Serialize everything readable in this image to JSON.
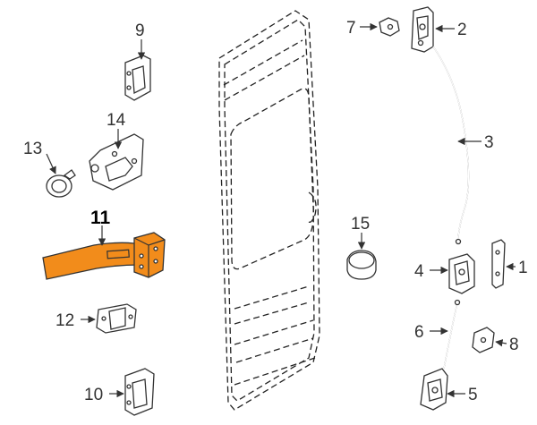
{
  "diagram": {
    "highlight_color": "#f28c1b",
    "callouts": [
      {
        "id": "1",
        "label": "1"
      },
      {
        "id": "2",
        "label": "2"
      },
      {
        "id": "3",
        "label": "3"
      },
      {
        "id": "4",
        "label": "4"
      },
      {
        "id": "5",
        "label": "5"
      },
      {
        "id": "6",
        "label": "6"
      },
      {
        "id": "7",
        "label": "7"
      },
      {
        "id": "8",
        "label": "8"
      },
      {
        "id": "9",
        "label": "9"
      },
      {
        "id": "10",
        "label": "10"
      },
      {
        "id": "11",
        "label": "11"
      },
      {
        "id": "12",
        "label": "12"
      },
      {
        "id": "13",
        "label": "13"
      },
      {
        "id": "14",
        "label": "14"
      },
      {
        "id": "15",
        "label": "15"
      }
    ],
    "selected_part": "11"
  }
}
